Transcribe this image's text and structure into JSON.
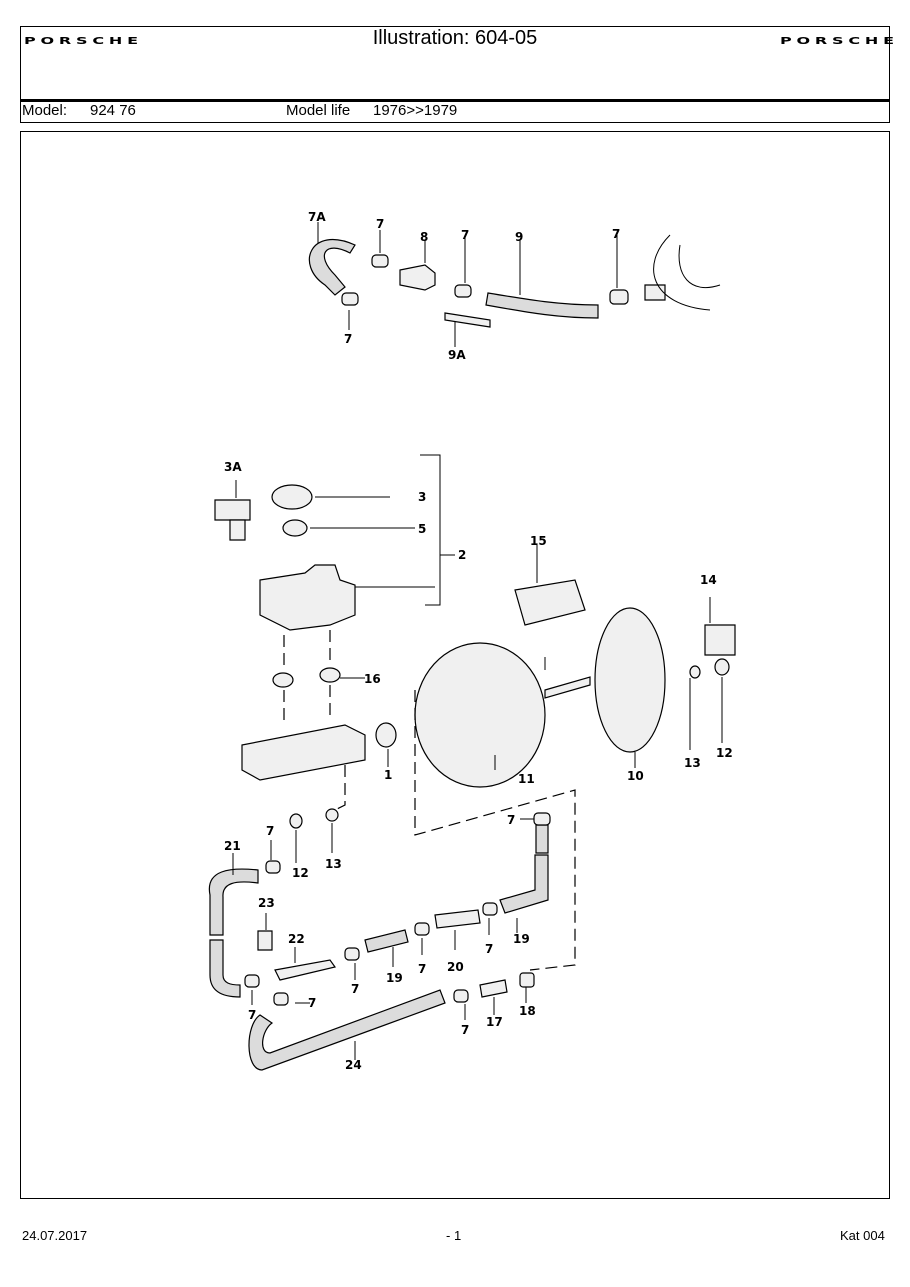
{
  "header": {
    "brand_left": "PORSCHE",
    "brand_right": "PORSCHE",
    "title": "Illustration: 604-05",
    "model_label": "Model:",
    "model_value": "924 76",
    "model_life_label": "Model life",
    "model_life_value": "1976>>1979"
  },
  "callouts": {
    "c7A": "7A",
    "c7a": "7",
    "c7b": "7",
    "c7c": "7",
    "c7d": "7",
    "c8": "8",
    "c9": "9",
    "c9A": "9A",
    "c3A": "3A",
    "c3": "3",
    "c5": "5",
    "c2": "2",
    "c15": "15",
    "c14": "14",
    "c16": "16",
    "c1": "1",
    "c11": "11",
    "c10": "10",
    "c13a": "13",
    "c12a": "12",
    "c7e": "7",
    "c12b": "12",
    "c13b": "13",
    "c21": "21",
    "c23": "23",
    "c22": "22",
    "c7f": "7",
    "c7g": "7",
    "c7h": "7",
    "c19a": "19",
    "c7i": "7",
    "c20": "20",
    "c7j": "7",
    "c19b": "19",
    "c7k": "7",
    "c7l": "7",
    "c17": "17",
    "c18": "18",
    "c24": "24"
  },
  "footer": {
    "date": "24.07.2017",
    "page": "- 1",
    "catalog": "Kat 004"
  }
}
